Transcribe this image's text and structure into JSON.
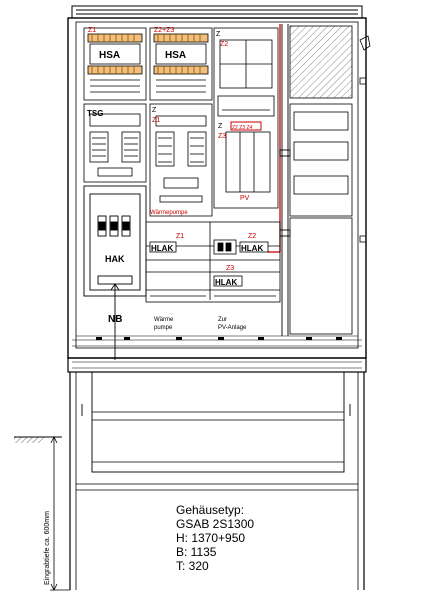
{
  "labels": {
    "z1_top": "Z1",
    "z2z3_top": "Z2+Z3",
    "z_right": "Z",
    "z2_right": "Z2",
    "hsa": "HSA",
    "tsg": "TSG",
    "z_mid": "Z",
    "z1_mid": "Z1",
    "z_right_mid": "Z",
    "z3_right_mid": "Z3",
    "red_box": "Z2 Z3 Z4",
    "pv": "PV",
    "waermepumpe_red": "Wärmepumpe",
    "hak": "HAK",
    "z1_lower": "Z1",
    "z2_lower": "Z2",
    "z3_lower": "Z3",
    "hlak": "HLAK",
    "nb": "NB",
    "waerme": "Wärme",
    "pumpe": "pumpe",
    "zur": "Zur",
    "pv_anlage": "PV-Anlage",
    "ground_depth": "Eingrabtiefe ca. 600mm"
  },
  "spec": {
    "title": "Gehäusetyp:",
    "model": "GSAB 2S1300",
    "height": "H: 1370+950",
    "width": "B: 1135",
    "depth": "T: 320"
  },
  "colors": {
    "line": "#000000",
    "accent_red": "#cc0000",
    "breaker_orange": "#e0a040",
    "panel_fill": "#f4f4f4"
  }
}
